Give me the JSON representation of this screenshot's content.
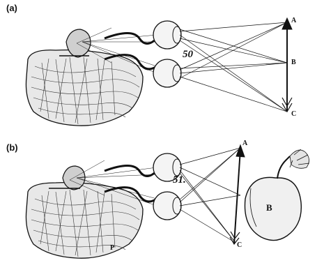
{
  "panels": [
    {
      "label": "(a)",
      "figure_number": "50",
      "points": {
        "top": "A",
        "middle": "B",
        "bottom": "C"
      }
    },
    {
      "label": "(b)",
      "figure_number": "51.",
      "points": {
        "top": "A",
        "bottom": "C",
        "object": "B",
        "nerve": "P"
      }
    }
  ]
}
